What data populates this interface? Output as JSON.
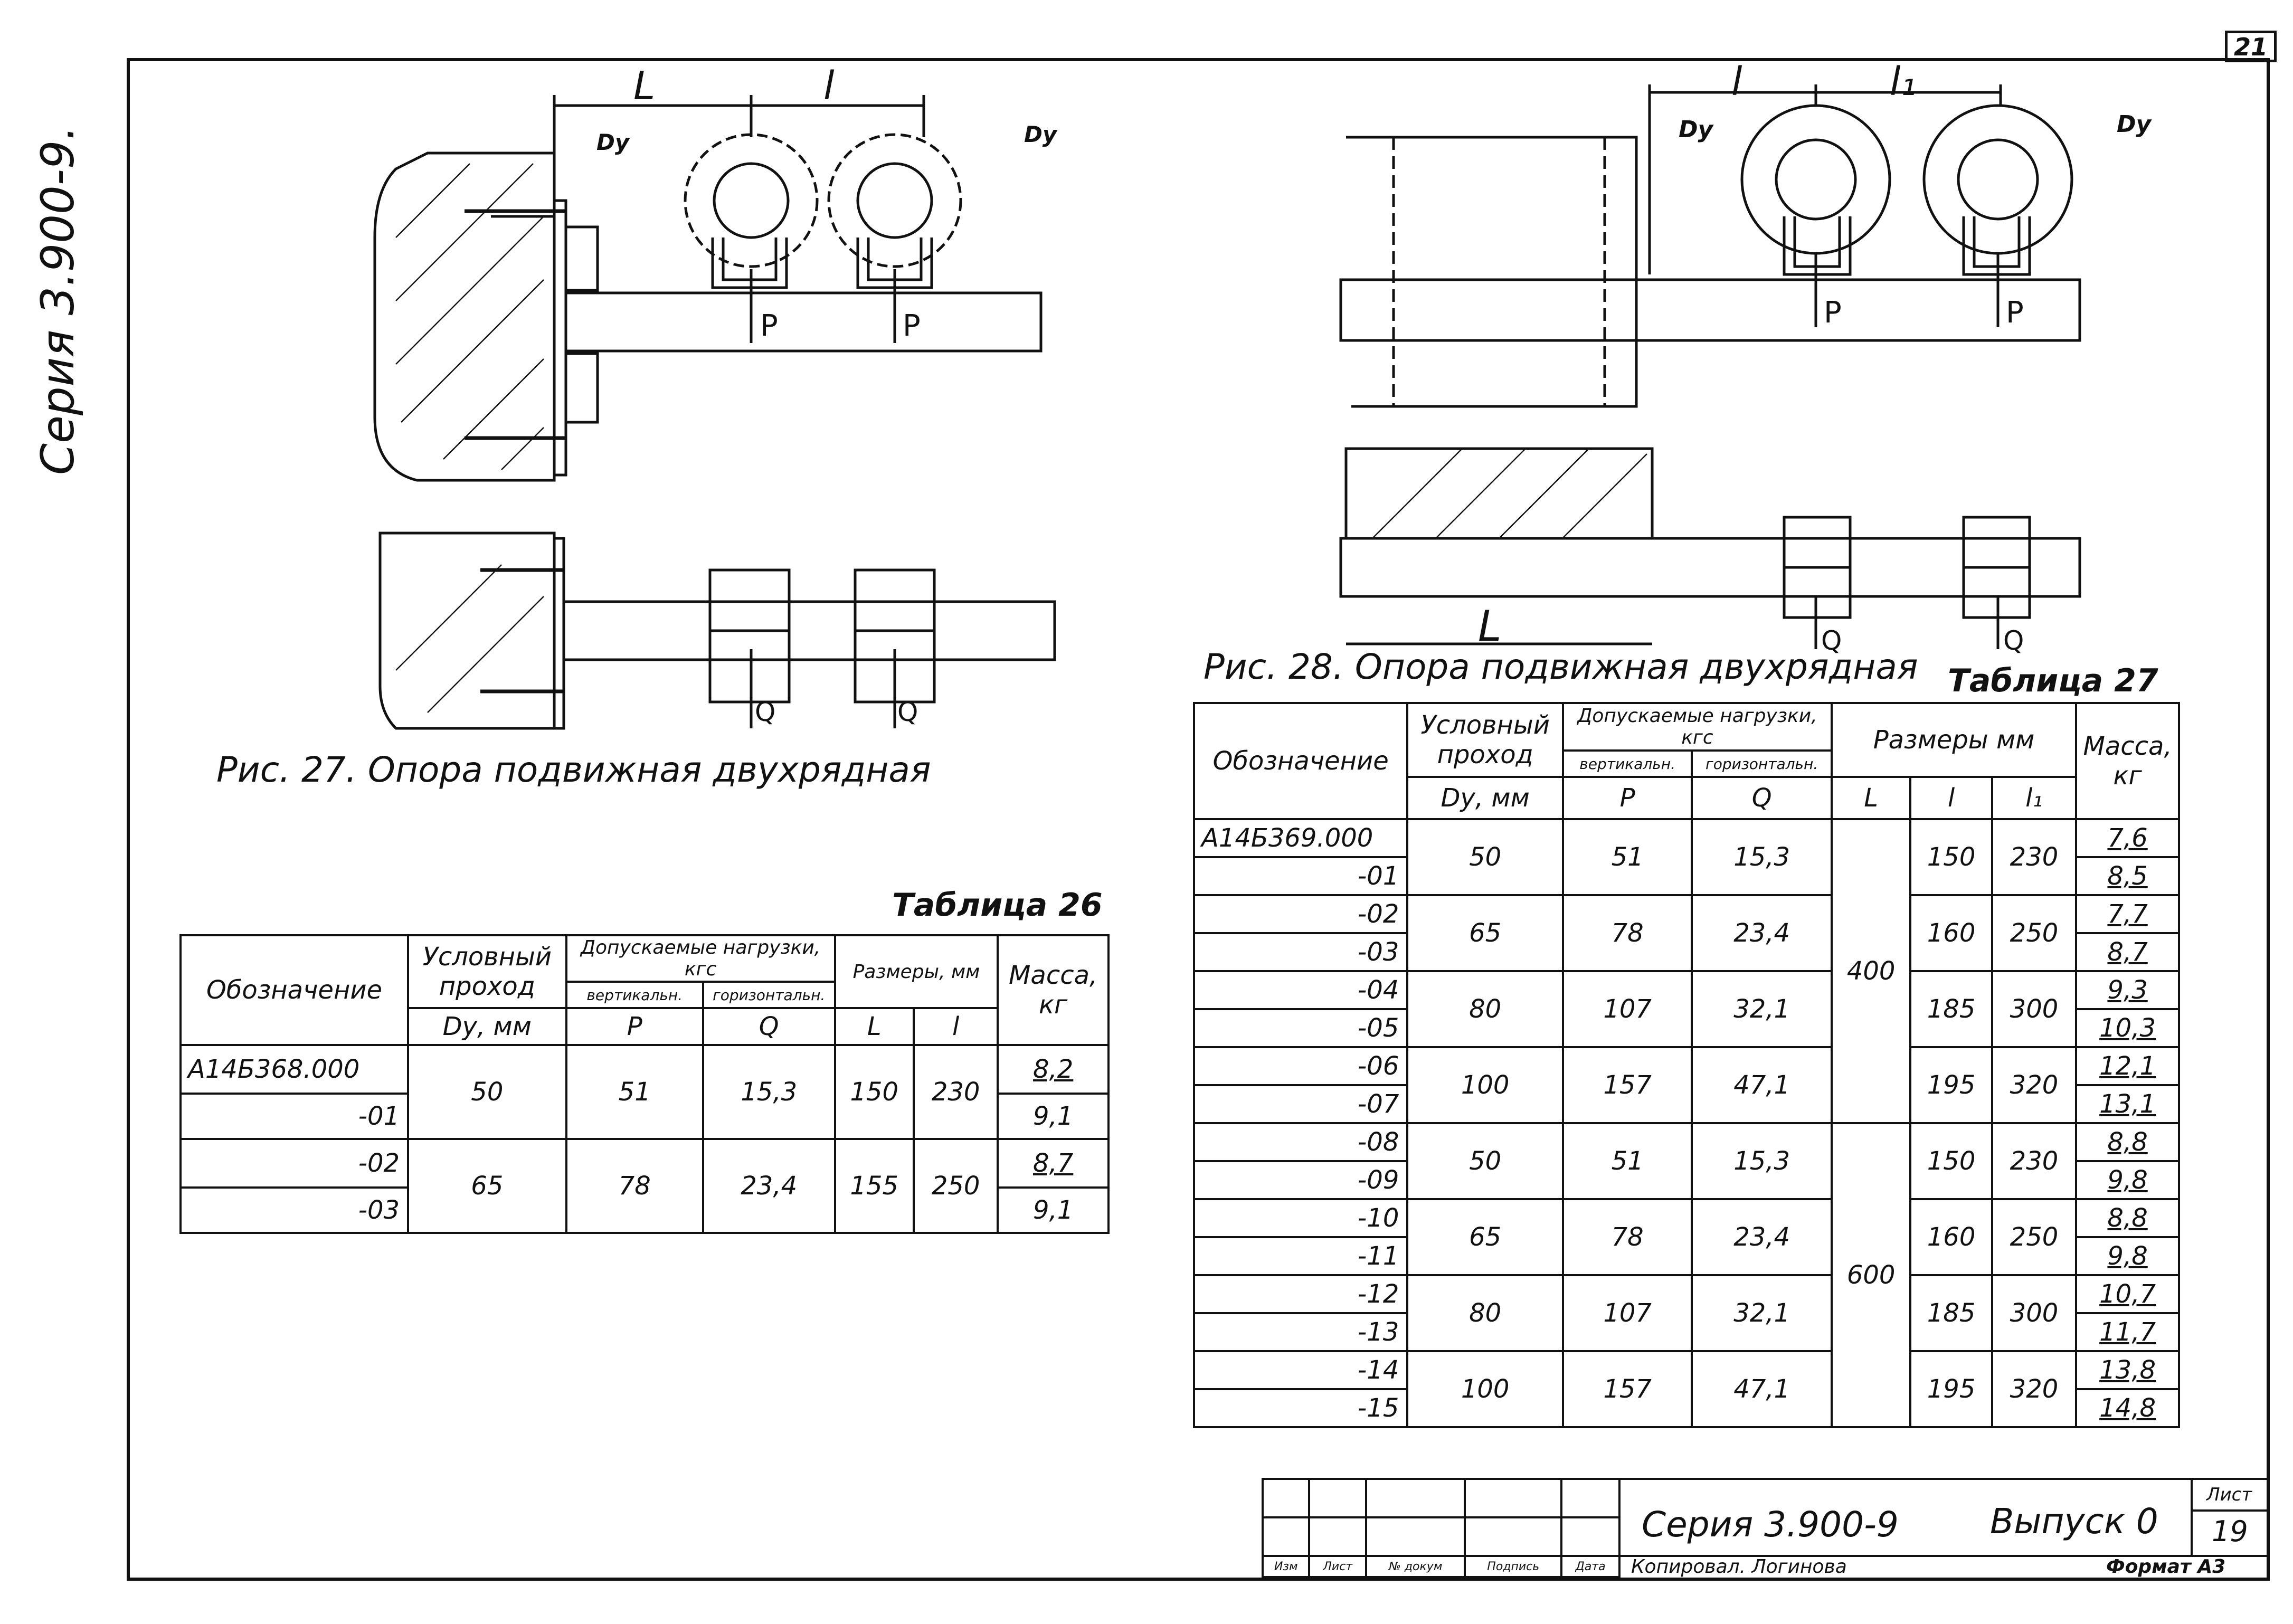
{
  "sheet_corner_number": "21",
  "side_series": "Серия 3.900-9.",
  "fig27": {
    "dim_L": "L",
    "dim_l": "l",
    "du": "Dу",
    "force_p": "P",
    "force_q": "Q",
    "caption": "Рис. 27. Опора подвижная двухрядная"
  },
  "fig28": {
    "dim_l": "l",
    "dim_l1": "l₁",
    "dim_L": "L",
    "du": "Dу",
    "force_p": "P",
    "force_q": "Q",
    "caption": "Рис. 28. Опора подвижная двухрядная"
  },
  "table26": {
    "caption": "Таблица 26",
    "headers": {
      "designation": "Обозначение",
      "nominal_bore": "Условный проход",
      "nominal_bore_unit": "Dу, мм",
      "loads": "Допускаемые нагрузки, кгс",
      "vertical": "вертикальн.",
      "horizontal": "горизонтальн.",
      "p": "P",
      "q": "Q",
      "sizes": "Размеры, мм",
      "L": "L",
      "l": "l",
      "mass": "Масса, кг"
    },
    "rows": [
      {
        "designation": "А14Б368.000",
        "du": "50",
        "p": "51",
        "q": "15,3",
        "L": "150",
        "l": "230",
        "mass": "8,2"
      },
      {
        "designation": "-01",
        "mass": "9,1"
      },
      {
        "designation": "-02",
        "du": "65",
        "p": "78",
        "q": "23,4",
        "L": "155",
        "l": "250",
        "mass": "8,7"
      },
      {
        "designation": "-03",
        "mass": "9,1"
      }
    ]
  },
  "table27": {
    "caption": "Таблица 27",
    "headers": {
      "designation": "Обозначение",
      "nominal_bore": "Условный проход",
      "nominal_bore_unit": "Dу, мм",
      "loads": "Допускаемые нагрузки, кгс",
      "vertical": "вертикальн.",
      "horizontal": "горизонтальн.",
      "p": "P",
      "q": "Q",
      "sizes": "Размеры мм",
      "L": "L",
      "l": "l",
      "l1": "l₁",
      "mass": "Масса, кг"
    },
    "designations": [
      "А14Б369.000",
      "-01",
      "-02",
      "-03",
      "-04",
      "-05",
      "-06",
      "-07",
      "-08",
      "-09",
      "-10",
      "-11",
      "-12",
      "-13",
      "-14",
      "-15"
    ],
    "masses": [
      "7,6",
      "8,5",
      "7,7",
      "8,7",
      "9,3",
      "10,3",
      "12,1",
      "13,1",
      "8,8",
      "9,8",
      "8,8",
      "9,8",
      "10,7",
      "11,7",
      "13,8",
      "14,8"
    ],
    "groups": [
      {
        "du": "50",
        "p": "51",
        "q": "15,3",
        "l": "150",
        "l1": "230"
      },
      {
        "du": "65",
        "p": "78",
        "q": "23,4",
        "l": "160",
        "l1": "250"
      },
      {
        "du": "80",
        "p": "107",
        "q": "32,1",
        "l": "185",
        "l1": "300"
      },
      {
        "du": "100",
        "p": "157",
        "q": "47,1",
        "l": "195",
        "l1": "320"
      },
      {
        "du": "50",
        "p": "51",
        "q": "15,3",
        "l": "150",
        "l1": "230"
      },
      {
        "du": "65",
        "p": "78",
        "q": "23,4",
        "l": "160",
        "l1": "250"
      },
      {
        "du": "80",
        "p": "107",
        "q": "32,1",
        "l": "185",
        "l1": "300"
      },
      {
        "du": "100",
        "p": "157",
        "q": "47,1",
        "l": "195",
        "l1": "320"
      }
    ],
    "L_values": [
      "400",
      "600"
    ]
  },
  "title_block": {
    "series": "Серия 3.900-9",
    "issue": "Выпуск 0",
    "sheet_label": "Лист",
    "sheet_no": "19",
    "col_izm": "Изм",
    "col_list": "Лист",
    "col_doc": "№ докум",
    "col_sign": "Подпись",
    "col_date": "Дата",
    "copied": "Копировал. Логинова",
    "format": "Формат А3"
  }
}
